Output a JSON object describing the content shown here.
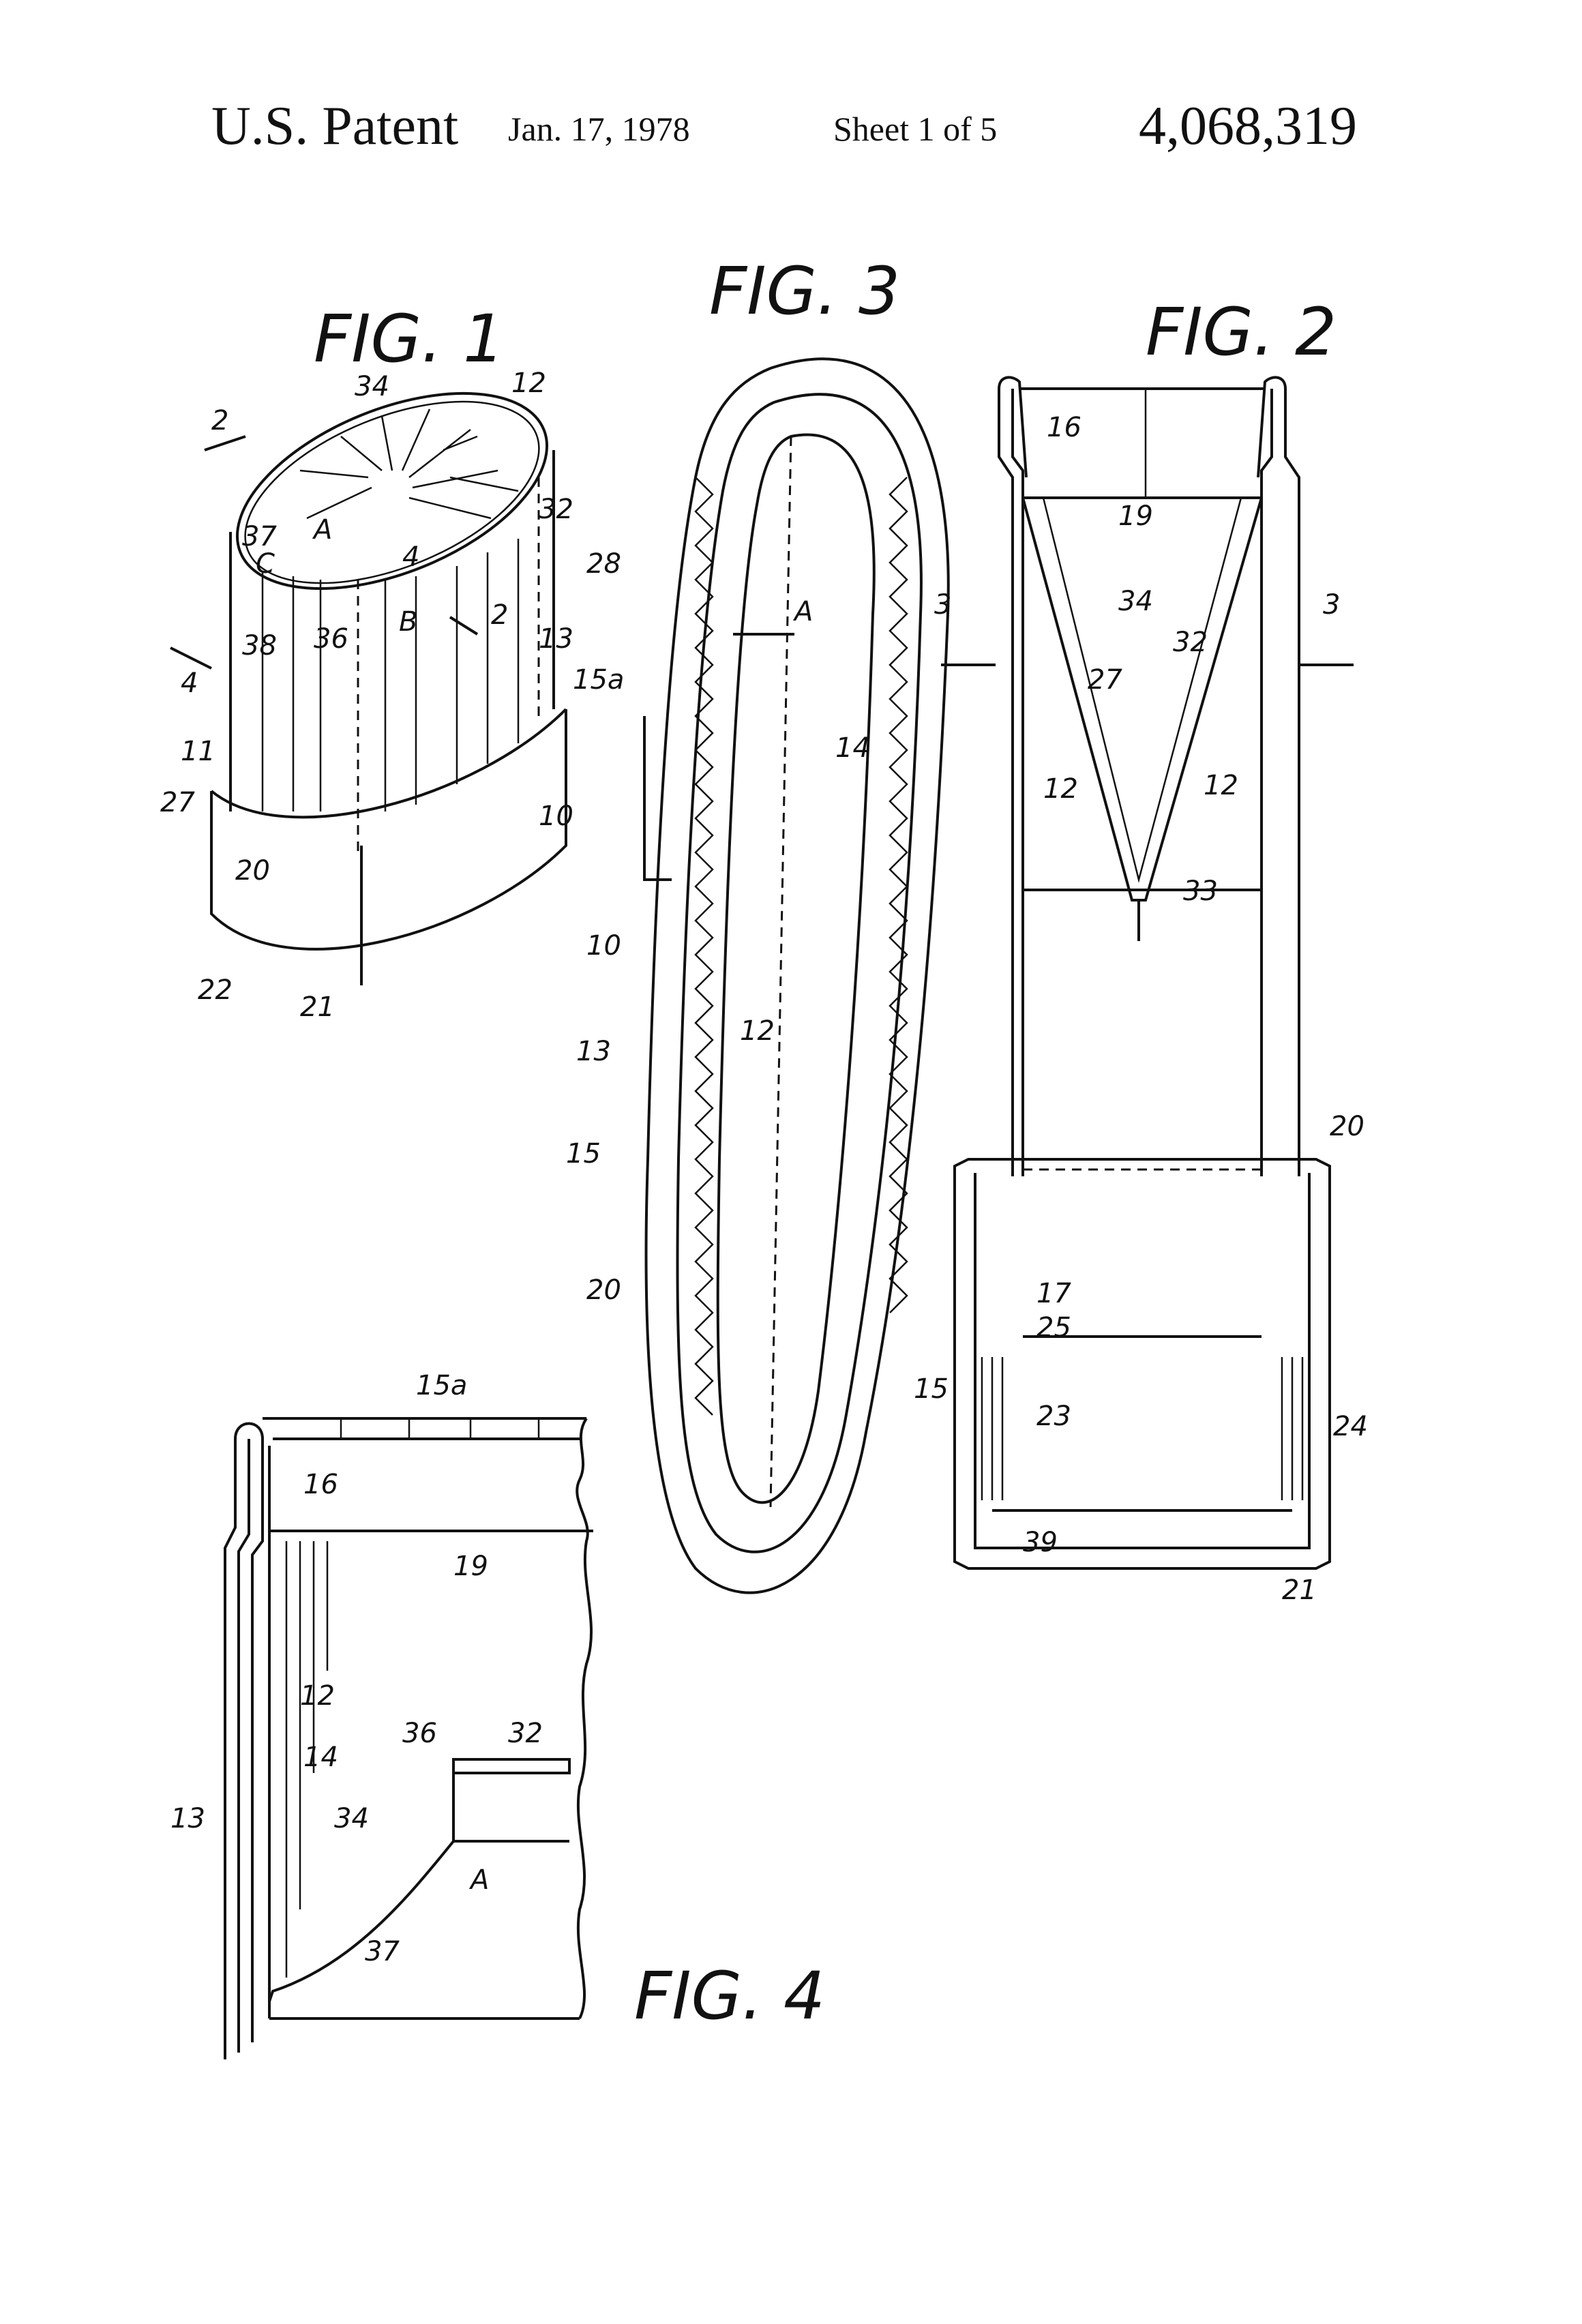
{
  "header": {
    "left": "U.S. Patent",
    "date": "Jan. 17, 1978",
    "sheet": "Sheet 1 of 5",
    "patent_number": "4,068,319"
  },
  "figures": {
    "fig1": {
      "label": "FIG. 1",
      "refs": [
        "2",
        "34",
        "12",
        "37",
        "A",
        "C",
        "4",
        "32",
        "28",
        "38",
        "36",
        "B",
        "2",
        "13",
        "15a",
        "4",
        "11",
        "27",
        "10",
        "20",
        "22",
        "21"
      ]
    },
    "fig2": {
      "label": "FIG. 2",
      "refs": [
        "16",
        "19",
        "3",
        "34",
        "3",
        "32",
        "27",
        "12",
        "12",
        "33",
        "20",
        "17",
        "25",
        "23",
        "24",
        "39",
        "21"
      ]
    },
    "fig3": {
      "label": "FIG. 3",
      "refs": [
        "A",
        "14",
        "10",
        "12",
        "13",
        "15",
        "20",
        "15"
      ]
    },
    "fig4": {
      "label": "FIG. 4",
      "refs": [
        "15a",
        "16",
        "19",
        "12",
        "14",
        "36",
        "32",
        "13",
        "34",
        "A",
        "37"
      ]
    }
  }
}
